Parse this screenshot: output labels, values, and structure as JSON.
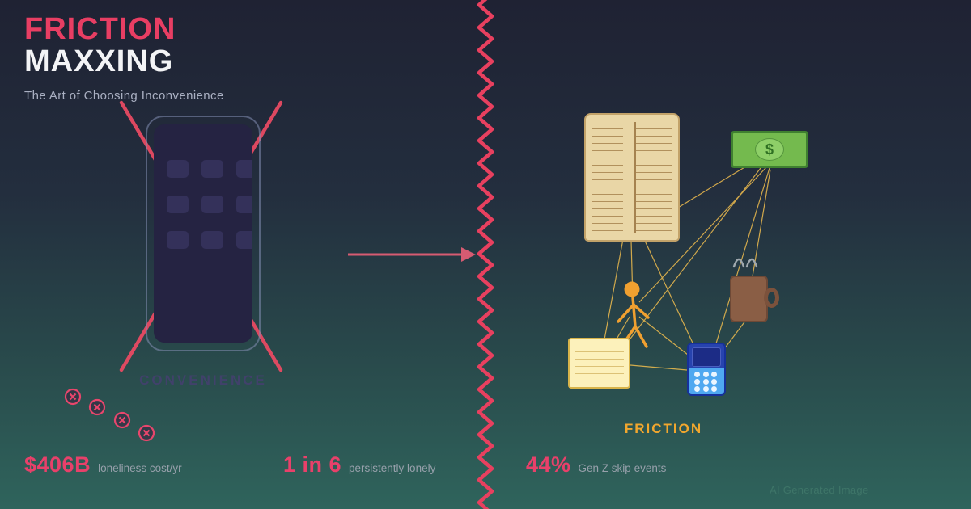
{
  "header": {
    "title_line1": "FRICTION",
    "title_line2": "MAXXING",
    "subtitle": "The Art of Choosing Inconvenience"
  },
  "left_panel": {
    "label": "CONVENIENCE"
  },
  "right_panel": {
    "label": "FRICTION",
    "money_symbol": "$"
  },
  "stats": [
    {
      "value": "$406B",
      "caption": "loneliness cost/yr"
    },
    {
      "value": "1 in 6",
      "caption": "persistently lonely"
    },
    {
      "value": "44%",
      "caption": "Gen Z skip events"
    }
  ],
  "footer": {
    "watermark": "AI Generated Image"
  },
  "colors": {
    "accent_pink": "#e83e63",
    "network_yellow": "#f0bd4e",
    "friction_label": "#f2a72e",
    "convenience_label": "#41416b",
    "money_green": "#74ba4e",
    "caption_gray": "#97a0ab",
    "background_top": "#1f2233",
    "background_bottom": "#2f645c"
  }
}
